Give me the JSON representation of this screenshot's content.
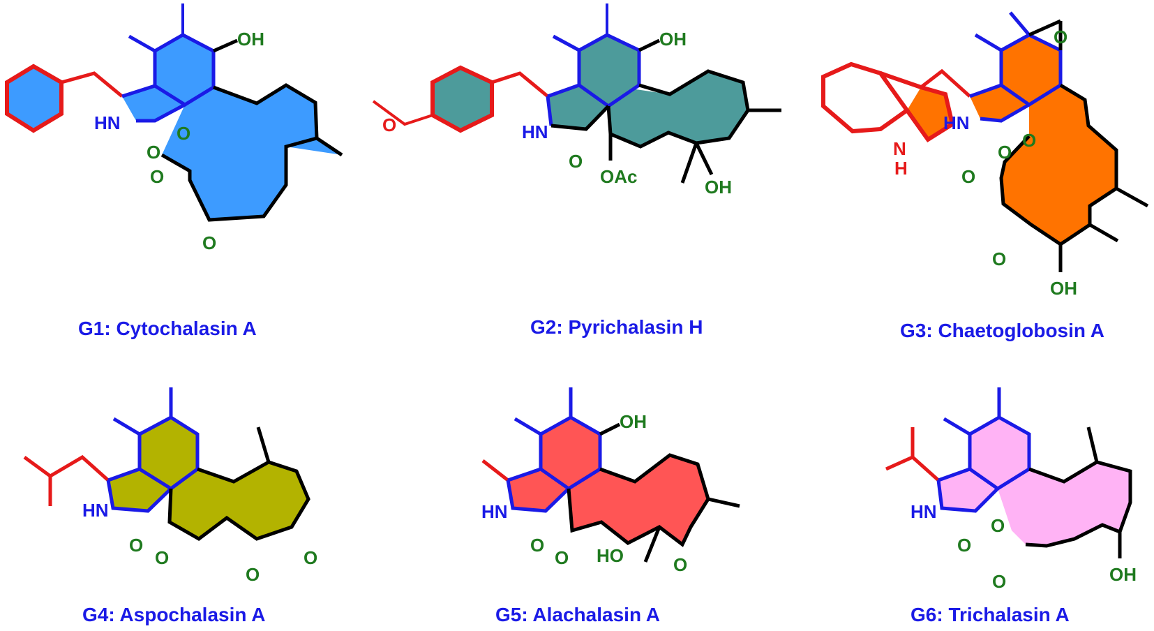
{
  "colors": {
    "core_blue": "#1a1ae6",
    "side_red": "#e61a1a",
    "ring_black": "#000000",
    "hetero_green": "#1f7a1f",
    "caption_blue": "#1a1ae6"
  },
  "compounds": [
    {
      "caption": "G1: Cytochalasin A",
      "fill": "#3d9bff",
      "labels": {
        "oh": "OH",
        "nh": "HN",
        "o1": "O",
        "o2": "O",
        "o3": "O",
        "o4": "O"
      }
    },
    {
      "caption": "G2: Pyrichalasin H",
      "fill": "#4d9b9b",
      "labels": {
        "oh": "OH",
        "nh": "HN",
        "o1": "O",
        "ome": "O",
        "oac": "OAc",
        "oh2": "OH"
      }
    },
    {
      "caption": "G3: Chaetoglobosin A",
      "fill": "#ff7300",
      "labels": {
        "epo": "O",
        "nh": "HN",
        "indole_n": "N",
        "indole_h": "H",
        "o1": "O",
        "o2": "O",
        "o3": "O",
        "o4": "O",
        "oh": "OH"
      }
    },
    {
      "caption": "G4: Aspochalasin A",
      "fill": "#b3b300",
      "labels": {
        "nh": "HN",
        "o1": "O",
        "o2": "O",
        "o3": "O",
        "o4": "O"
      }
    },
    {
      "caption": "G5: Alachalasin A",
      "fill": "#ff5555",
      "labels": {
        "oh": "OH",
        "nh": "HN",
        "o1": "O",
        "o2": "O",
        "ho": "HO",
        "epo": "O"
      }
    },
    {
      "caption": "G6: Trichalasin A",
      "fill": "#ffb3f5",
      "labels": {
        "nh": "HN",
        "o1": "O",
        "o2": "O",
        "o3": "O",
        "oh": "OH"
      }
    }
  ]
}
